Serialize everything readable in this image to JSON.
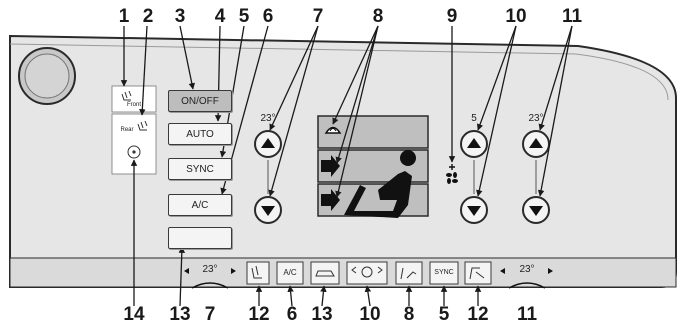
{
  "diagram": {
    "top_callouts": [
      "1",
      "2",
      "3",
      "4",
      "5",
      "6",
      "7",
      "8",
      "9",
      "10",
      "11"
    ],
    "bottom_callouts": [
      "14",
      "13",
      "7",
      "12",
      "6",
      "13",
      "10",
      "8",
      "5",
      "12",
      "11"
    ]
  },
  "panel": {
    "seat_front_label": "Front",
    "seat_rear_label": "Rear",
    "on_off_label": "ON/OFF",
    "auto_label": "AUTO",
    "sync_label": "SYNC",
    "ac_label": "A/C",
    "left_temp": "23°",
    "fan_speed": "5",
    "right_temp": "23°"
  },
  "strip": {
    "left_temp": "23°",
    "ac_label": "A/C",
    "sync_label": "SYNC",
    "right_temp": "23°"
  },
  "colors": {
    "panel_fill": "#e6e6e6",
    "panel_outline": "#2a2a2a",
    "button_fill": "#f4f4f4",
    "arrow_button": "#2b2b2b",
    "mode_window": "#bfbfbf"
  },
  "icons": [
    "heated-seat-icon",
    "rear-seat-icon",
    "rear-power-icon",
    "recirculation-icon",
    "defrost-icon",
    "arrow-right-icon",
    "occupant-icon",
    "fan-icon",
    "arrow-up-icon",
    "arrow-down-icon"
  ]
}
